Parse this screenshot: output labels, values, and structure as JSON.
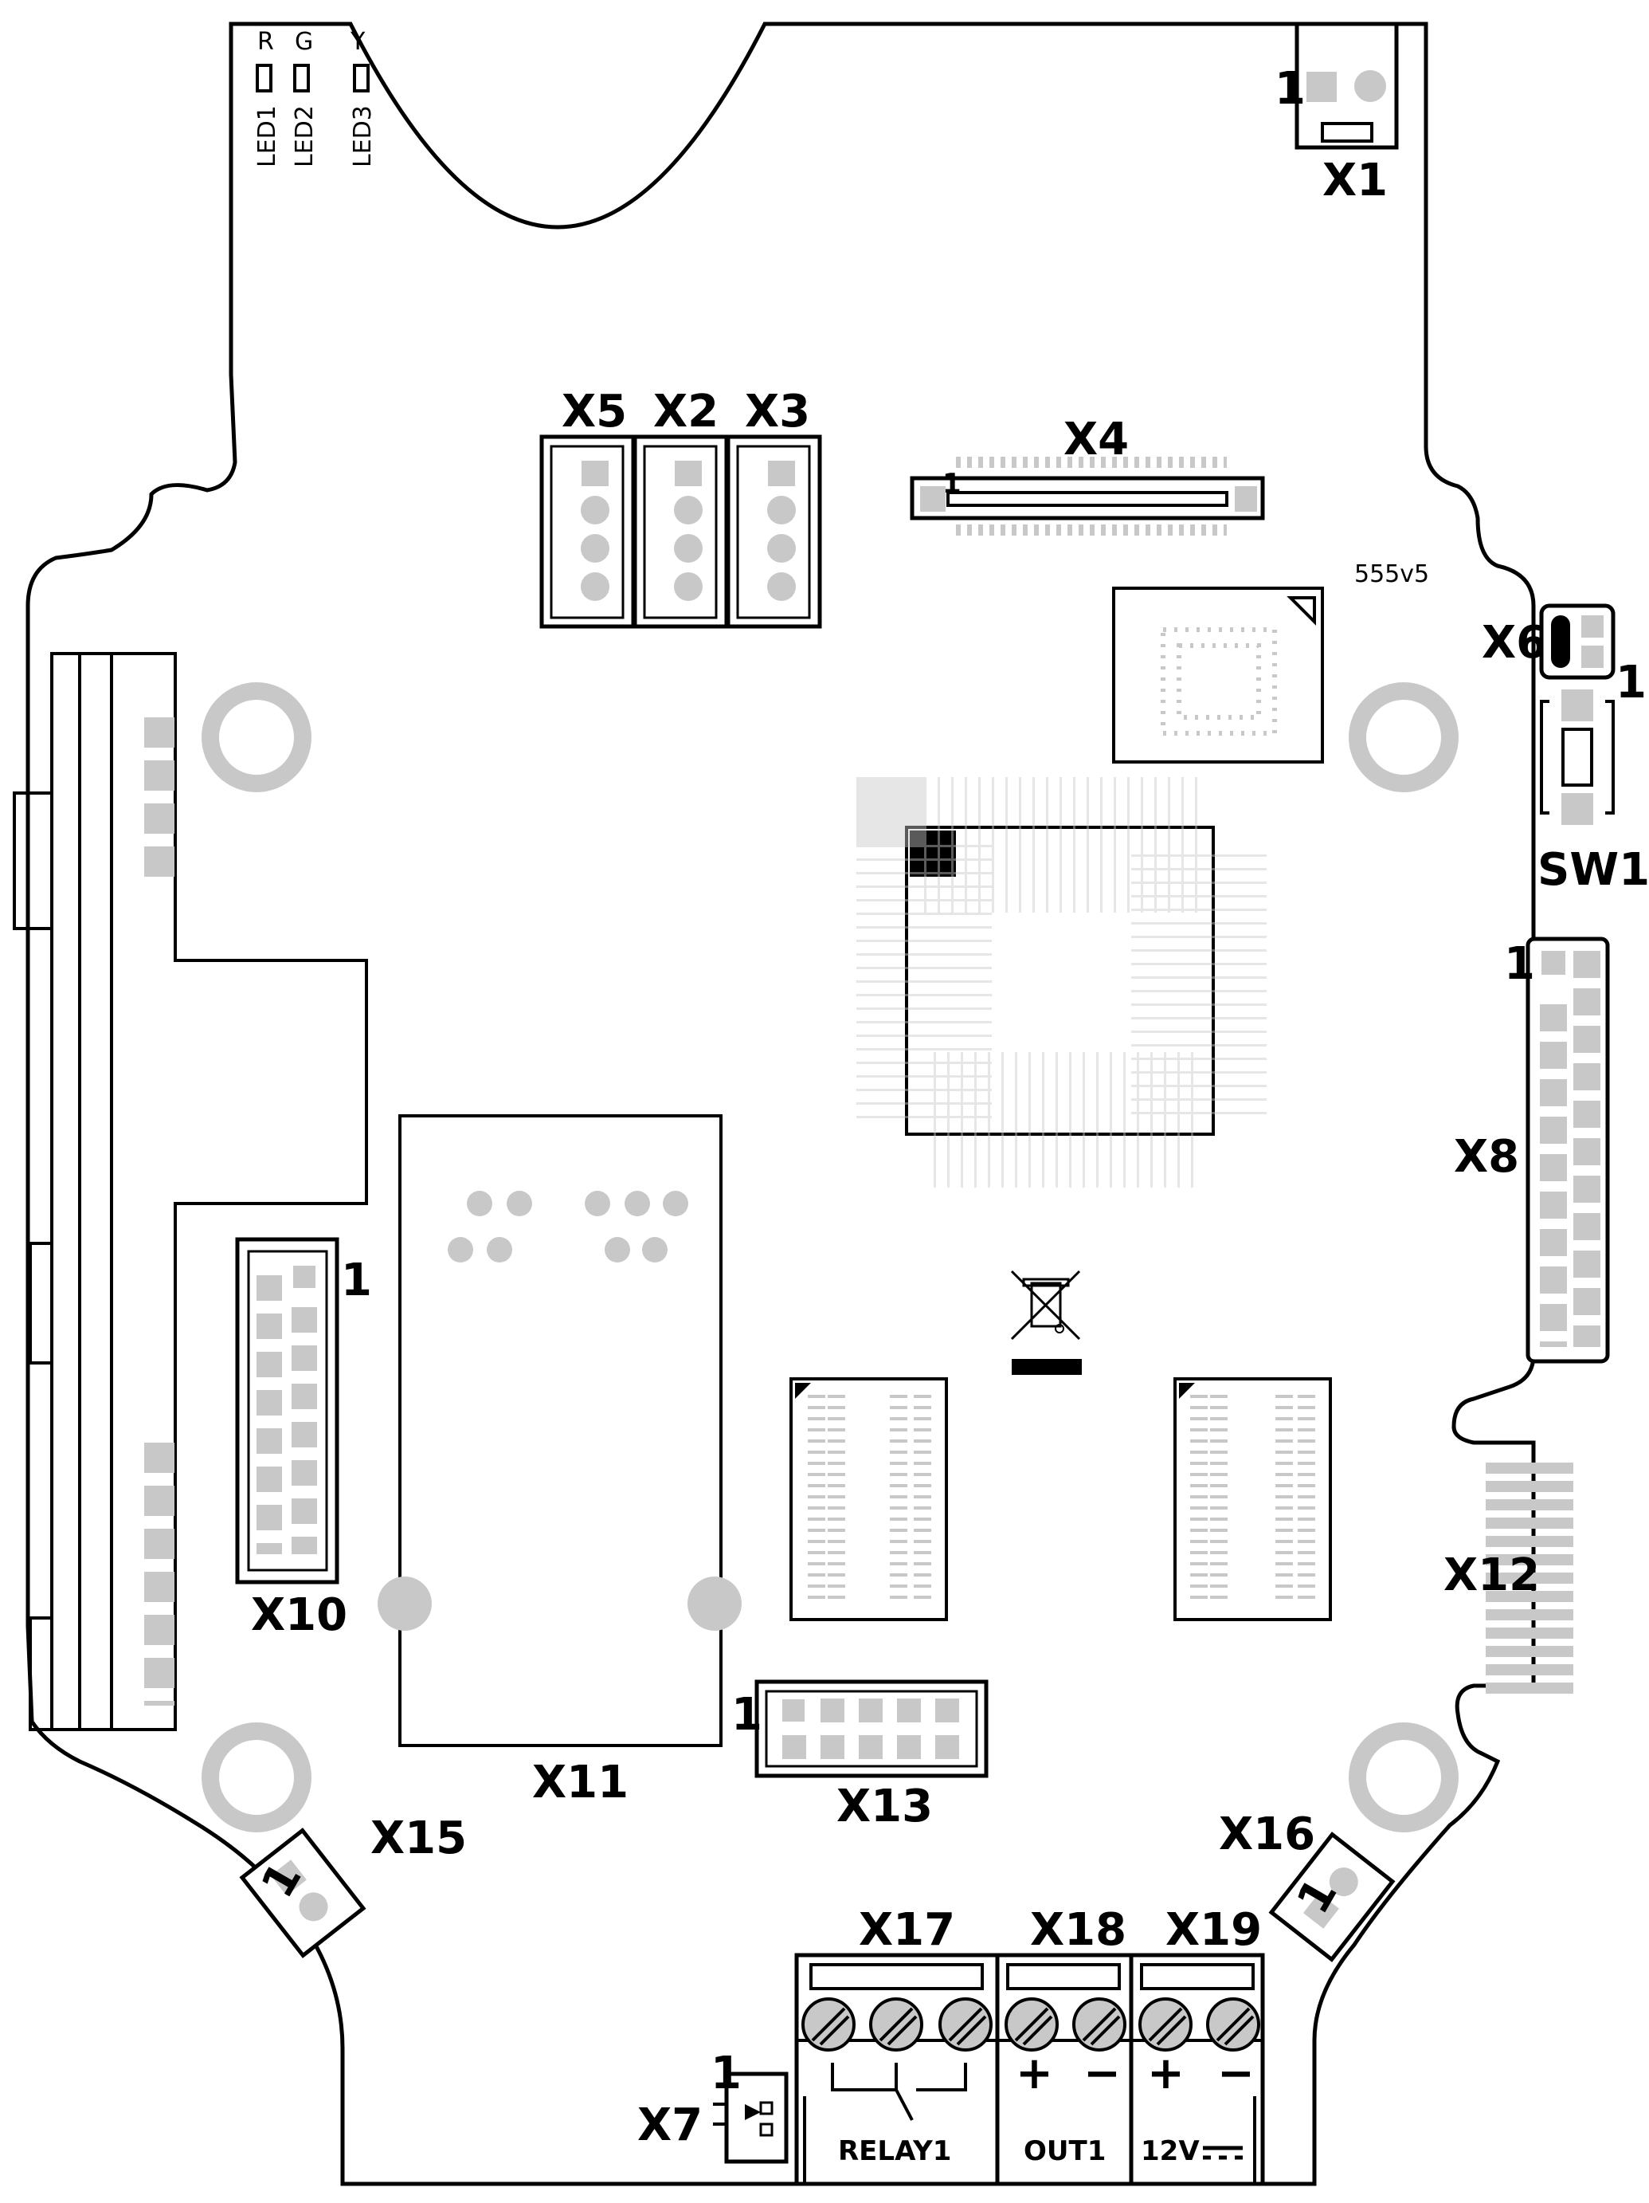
{
  "board": {
    "revision": "555v5",
    "colors": {
      "outline": "#000000",
      "pad": "#c8c8c8",
      "background": "#ffffff"
    },
    "leds": [
      {
        "color_letter": "R",
        "name": "LED1"
      },
      {
        "color_letter": "G",
        "name": "LED2"
      },
      {
        "color_letter": "Y",
        "name": "LED3"
      }
    ],
    "connectors": {
      "x1": "X1",
      "x2": "X2",
      "x3": "X3",
      "x4": "X4",
      "x5": "X5",
      "x6": "X6",
      "x7": "X7",
      "x8": "X8",
      "x10": "X10",
      "x11": "X11",
      "x12": "X12",
      "x13": "X13",
      "x15": "X15",
      "x16": "X16",
      "x17": "X17",
      "x18": "X18",
      "x19": "X19",
      "sw1": "SW1"
    },
    "pin1_marker": "1",
    "terminals": {
      "relay": "RELAY1",
      "out": "OUT1",
      "power": "12V",
      "plus": "+",
      "minus": "−"
    },
    "icons": [
      "weee-bin-icon",
      "ground-symbol-icon"
    ]
  }
}
